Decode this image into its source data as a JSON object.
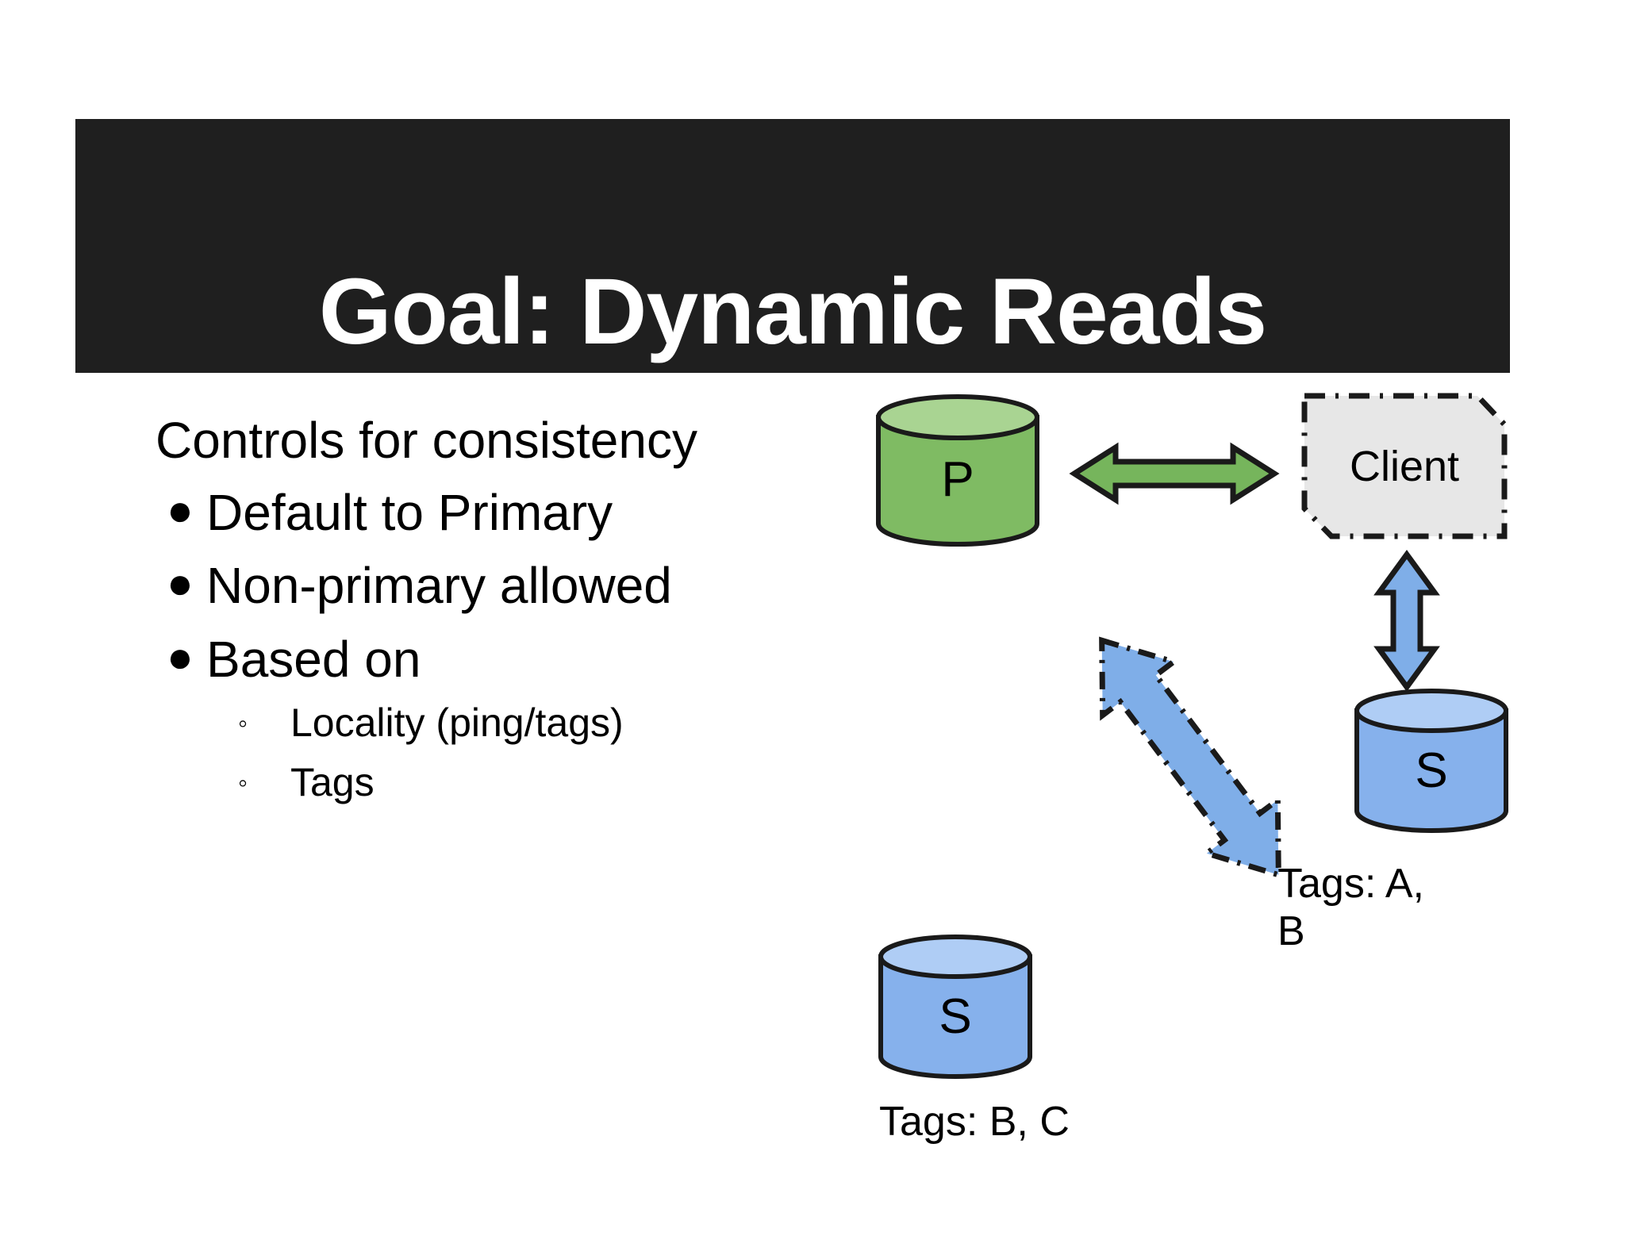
{
  "slide": {
    "title": "Goal: Dynamic Reads",
    "title_bg_color": "#1F1F1F",
    "title_text_color": "#FFFFFF",
    "background_color": "#FFFFFF"
  },
  "body": {
    "lead": "Controls for consistency",
    "bullet_marker": "●",
    "subbullet_marker": "◦",
    "bullets": [
      {
        "text": "Default to Primary"
      },
      {
        "text": "Non-primary allowed"
      },
      {
        "text": "Based on",
        "subbullets": [
          {
            "text": "Locality (ping/tags)"
          },
          {
            "text": "Tags"
          }
        ]
      }
    ]
  },
  "diagram": {
    "nodes": {
      "primary": {
        "label": "P",
        "shape": "cylinder",
        "body_color": "#7FBB63",
        "top_color": "#A9D492",
        "stroke_color": "#1A1A1A"
      },
      "client": {
        "label": "Client",
        "shape": "beveled-box-dashed",
        "fill_color": "#E7E7E7",
        "stroke_color": "#1A1A1A"
      },
      "secondary_right": {
        "label": "S",
        "shape": "cylinder",
        "body_color": "#86B1EC",
        "top_color": "#AFCDF5",
        "stroke_color": "#1A1A1A",
        "tags_label": "Tags: A, B"
      },
      "secondary_bottom": {
        "label": "S",
        "shape": "cylinder",
        "body_color": "#86B1EC",
        "top_color": "#AFCDF5",
        "stroke_color": "#1A1A1A",
        "tags_label": "Tags: B, C"
      }
    },
    "connectors": {
      "primary_client": {
        "kind": "double-arrow-horizontal",
        "fill_color": "#76B55C",
        "stroke_color": "#1A1A1A",
        "stroke_style": "solid"
      },
      "client_secondary_right": {
        "kind": "double-arrow-vertical",
        "fill_color": "#7FAEE8",
        "stroke_color": "#1A1A1A",
        "stroke_style": "solid"
      },
      "secondary_diagonal": {
        "kind": "double-arrow-diagonal",
        "fill_color": "#7FAEE8",
        "stroke_color": "#1A1A1A",
        "stroke_style": "dashed"
      }
    }
  }
}
